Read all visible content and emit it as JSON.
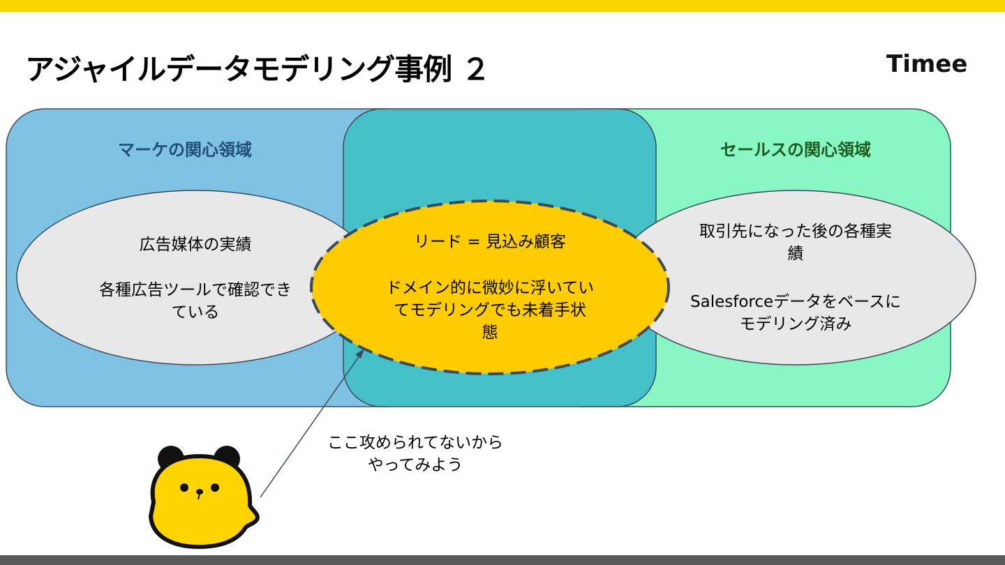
{
  "slide": {
    "title": "アジャイルデータモデリング事例 ２",
    "logo": "Timee"
  },
  "diagram": {
    "marketing_area": {
      "heading": "マーケの関心領域",
      "ellipse_line1": "広告媒体の実績",
      "ellipse_line2": "各種広告ツールで確認でき",
      "ellipse_line3": "ている"
    },
    "sales_area": {
      "heading": "セールスの関心領域",
      "ellipse_line1": "取引先になった後の各種実",
      "ellipse_line2": "績",
      "ellipse_line3": "Salesforceデータをベースに",
      "ellipse_line4": "モデリング済み"
    },
    "overlap": {
      "line1": "リード = 見込み顧客",
      "line2": "ドメイン的に微妙に浮いてい",
      "line3": "てモデリングでも未着手状",
      "line4": "態"
    },
    "callout": {
      "line1": "ここ攻められてないから",
      "line2": "やってみよう"
    }
  },
  "colors": {
    "accent_yellow": "#ffd400",
    "marketing_blue": "#7fc2e3",
    "overlap_teal": "#45bfc8",
    "sales_green": "#88f7c3",
    "ellipse_gray": "#e8e8e8",
    "highlight_gold": "#ffcc00",
    "marketing_heading": "#1f4e79",
    "sales_heading": "#1e5b1e",
    "bottom_bar": "#595959"
  },
  "icons": [
    "mascot-character-icon"
  ]
}
